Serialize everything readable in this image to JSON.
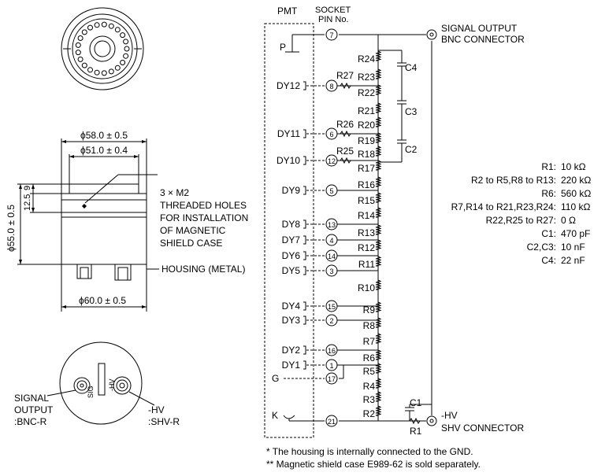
{
  "header": {
    "pmt": "PMT",
    "socket_line1": "SOCKET",
    "socket_line2": "PIN No."
  },
  "signal_output": {
    "line1": "SIGNAL OUTPUT",
    "line2": "BNC CONNECTOR"
  },
  "hv_connector": {
    "line1": "-HV",
    "line2": "SHV CONNECTOR"
  },
  "anode_label": "P",
  "grid_label": "G",
  "cathode_label": "K",
  "dynodes": [
    {
      "name": "DY12",
      "pin": "8"
    },
    {
      "name": "DY11",
      "pin": "6"
    },
    {
      "name": "DY10",
      "pin": "12"
    },
    {
      "name": "DY9",
      "pin": "5"
    },
    {
      "name": "DY8",
      "pin": "13"
    },
    {
      "name": "DY7",
      "pin": "4"
    },
    {
      "name": "DY6",
      "pin": "14"
    },
    {
      "name": "DY5",
      "pin": "3"
    },
    {
      "name": "DY4",
      "pin": "15"
    },
    {
      "name": "DY3",
      "pin": "2"
    },
    {
      "name": "DY2",
      "pin": "16"
    },
    {
      "name": "DY1",
      "pin": "1"
    }
  ],
  "pins": {
    "anode": "7",
    "grid": "17",
    "cathode": "21"
  },
  "resistors": [
    "R24",
    "R27",
    "R23",
    "R22",
    "R21",
    "R26",
    "R20",
    "R19",
    "R25",
    "R18",
    "R17",
    "R16",
    "R15",
    "R14",
    "R13",
    "R12",
    "R11",
    "R10",
    "R9",
    "R8",
    "R7",
    "R6",
    "R5",
    "R4",
    "R3",
    "R2",
    "R1"
  ],
  "capacitors": [
    "C4",
    "C3",
    "C2",
    "C1"
  ],
  "values": [
    {
      "k": "R1:",
      "v": "10 kΩ"
    },
    {
      "k": "R2 to R5,R8 to R13:",
      "v": "220 kΩ"
    },
    {
      "k": "R6:",
      "v": "560 kΩ"
    },
    {
      "k": "R7,R14 to R21,R23,R24:",
      "v": "110 kΩ"
    },
    {
      "k": "R22,R25 to R27:",
      "v": "0 Ω"
    },
    {
      "k": "C1:",
      "v": "470 pF"
    },
    {
      "k": "C2,C3:",
      "v": "10 nF"
    },
    {
      "k": "C4:",
      "v": "22 nF"
    }
  ],
  "dimensions": {
    "d58": "ϕ58.0 ± 0.5",
    "d51": "ϕ51.0 ± 0.4",
    "d60": "ϕ60.0 ± 0.5",
    "d55": "ϕ55.0 ± 0.5",
    "h12_5": "12.5",
    "h9": "9"
  },
  "holes_note": [
    "3 × M2",
    "THREADED HOLES",
    "FOR INSTALLATION",
    "OF MAGNETIC",
    "SHIELD CASE"
  ],
  "housing_label": "HOUSING (METAL)",
  "bottom_labels": {
    "signal": [
      "SIGNAL",
      "OUTPUT",
      ":BNC-R"
    ],
    "hv": [
      "-HV",
      ":SHV-R"
    ],
    "sig_mark": "SIG",
    "hv_mark": "-HV"
  },
  "notes": [
    "*  The housing is internally connected to the GND.",
    "** Magnetic shield case E989-62 is sold separately."
  ]
}
